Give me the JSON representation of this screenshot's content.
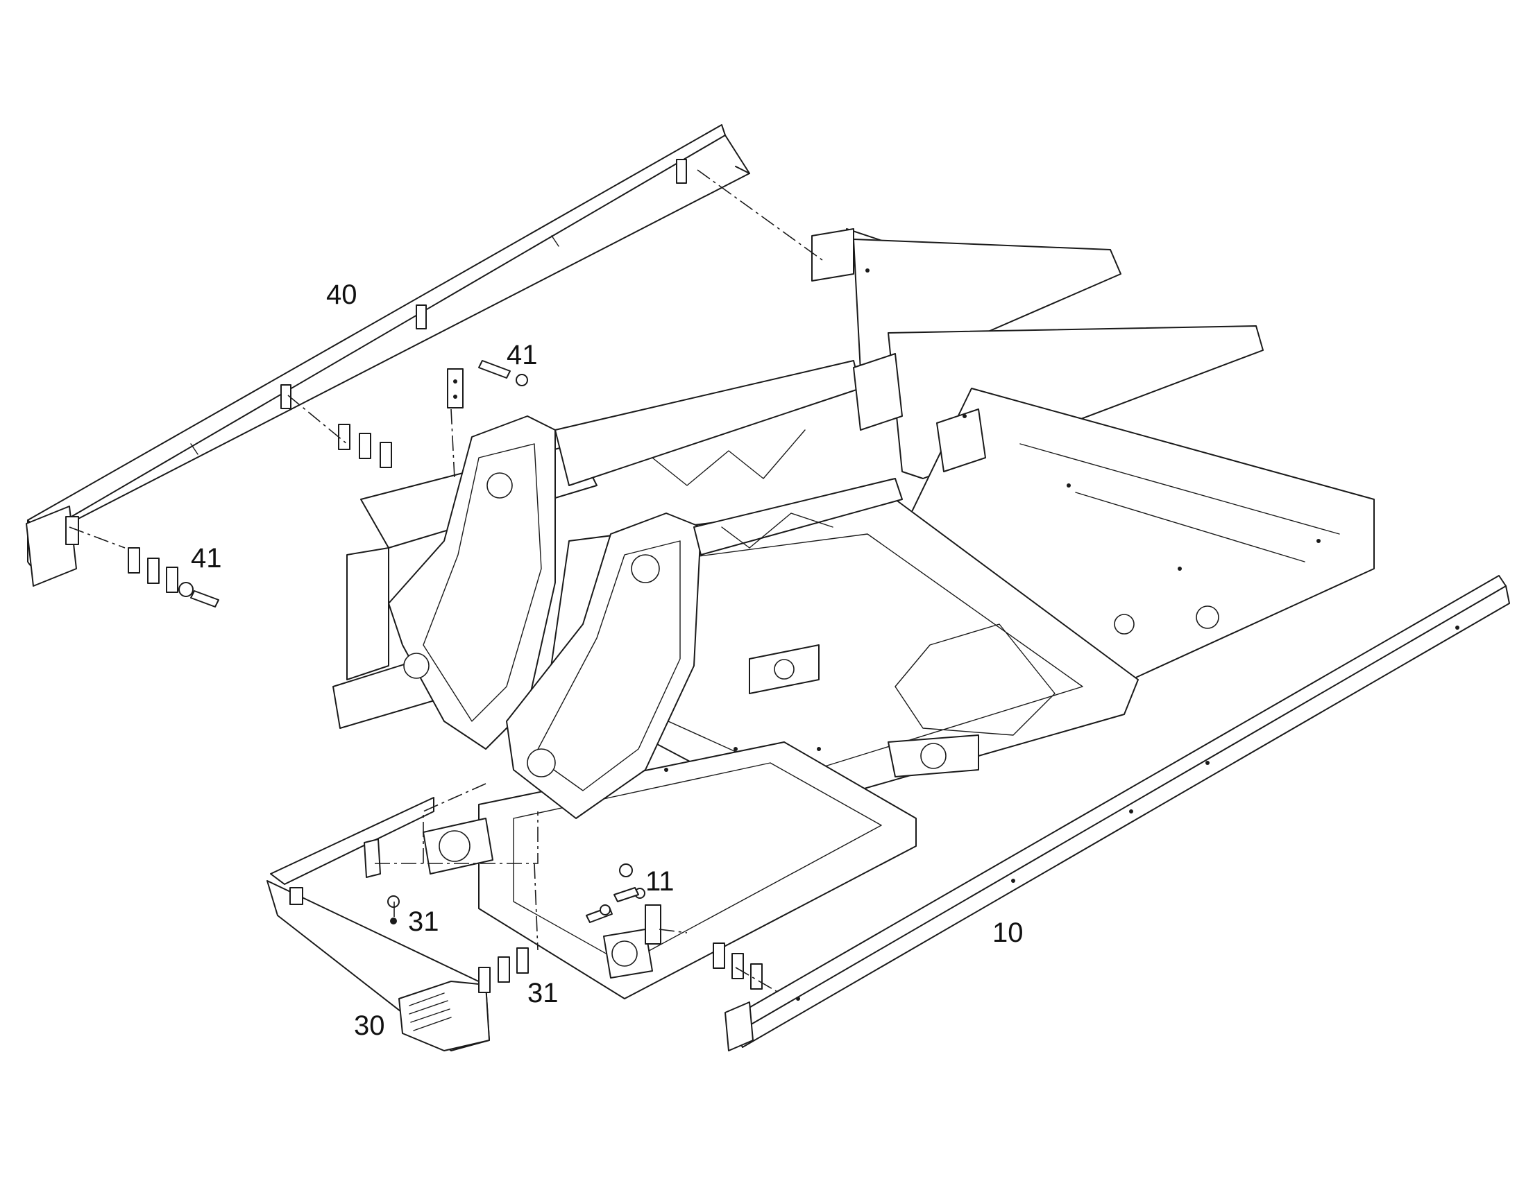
{
  "diagram": {
    "callouts": [
      {
        "id": "c40",
        "label": "40"
      },
      {
        "id": "c41a",
        "label": "41"
      },
      {
        "id": "c41b",
        "label": "41"
      },
      {
        "id": "c11",
        "label": "11"
      },
      {
        "id": "c31a",
        "label": "31"
      },
      {
        "id": "c31b",
        "label": "31"
      },
      {
        "id": "c30",
        "label": "30"
      },
      {
        "id": "c10",
        "label": "10"
      }
    ]
  }
}
